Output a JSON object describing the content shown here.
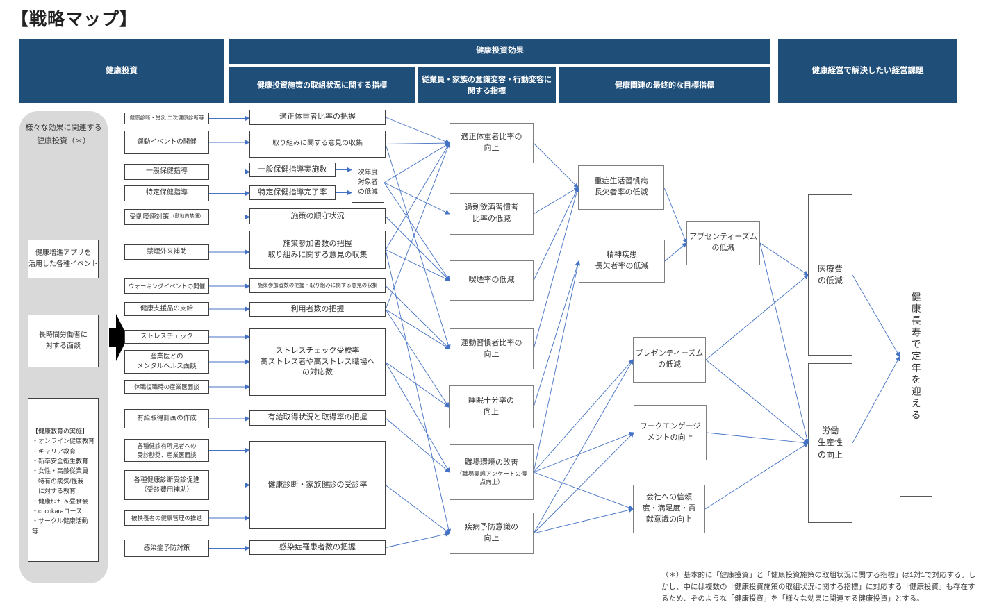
{
  "title": "【戦略マップ】",
  "colors": {
    "navy": "#1F4E79",
    "line": "#4472C4"
  },
  "headers": {
    "investment": "健康投資",
    "effect": "健康投資効果",
    "sub_measures": "健康投資施策の取組状況に関する指標",
    "sub_behavior": "従業員・家族の意識変容・行動変容に\n関する指標",
    "sub_final": "健康関連の最終的な目標指標",
    "management": "健康経営で解決したい経営課題"
  },
  "panel": {
    "label": "様々な効果に関連する\n健康投資（＊）",
    "boxes": [
      {
        "label": "健康増進アプリを\n活用した各種イベント"
      },
      {
        "label": "長時間労働者に\n対する面談"
      },
      {
        "label": "【健康教育の実施】\n・オンライン健康教育\n・キャリア教育\n・新卒安全衛生教育\n・女性・高齢従業員\n　特有の病気/怪我\n　に対する教育\n・健康ｾﾐﾅｰ＆昼食会\n・cocokaraコース\n・サークル健康活動　等"
      }
    ]
  },
  "inputs": [
    {
      "label": "健康診断・労災 二次健康診断等"
    },
    {
      "label": "運動イベントの開催"
    },
    {
      "label": "一般保健指導"
    },
    {
      "label": "特定保健指導"
    },
    {
      "label": "受動喫煙対策",
      "small": "（敷地内禁煙）"
    },
    {
      "label": "禁煙外来補助"
    },
    {
      "label": "ウォーキングイベントの開催"
    },
    {
      "label": "健康支援品の支給"
    },
    {
      "label": "ストレスチェック"
    },
    {
      "label": "産業医との\nメンタルヘルス面談"
    },
    {
      "label": "休職復職時の産業医面談"
    },
    {
      "label": "有給取得計画の作成"
    },
    {
      "label": "各種健診有所見者への\n受診勧奨、産業医面談"
    },
    {
      "label": "各種健康診断受診促進\n（受診費用補助）"
    },
    {
      "label": "被扶養者の健康管理の推進"
    },
    {
      "label": "感染症予防対策"
    }
  ],
  "measures": [
    {
      "label": "適正体重者比率の把握"
    },
    {
      "label": "取り組みに関する意見の収集"
    },
    {
      "label": "一般保健指導実施数"
    },
    {
      "label": "特定保健指導完了率"
    },
    {
      "label": "次年度\n対象者\nの低減"
    },
    {
      "label": "施策の順守状況"
    },
    {
      "label": "施策参加者数の把握\n取り組みに関する意見の収集"
    },
    {
      "label": "施策参加者数の把握・取り組みに関する意見の収集"
    },
    {
      "label": "利用者数の把握"
    },
    {
      "label": "ストレスチェック受検率\n高ストレス者や高ストレス職場へ\nの対応数"
    },
    {
      "label": "有給取得状況と取得率の把握"
    },
    {
      "label": "健康診断・家族健診の受診率"
    },
    {
      "label": "感染症罹患者数の把握"
    }
  ],
  "behaviors": [
    {
      "label": "適正体重者比率の\n向上"
    },
    {
      "label": "過剰飲酒習慣者\n比率の低減"
    },
    {
      "label": "喫煙率の低減"
    },
    {
      "label": "運動習慣者比率の\n向上"
    },
    {
      "label": "睡眠十分率の\n向上"
    },
    {
      "label": "職場環境の改善",
      "sub": "（職場実態アンケートの得\n点向上）"
    },
    {
      "label": "疾病予防意識の\n向上"
    }
  ],
  "goals": [
    {
      "label": "重症生活習慣病\n長欠者率の低減"
    },
    {
      "label": "精神疾患\n長欠者率の低減"
    },
    {
      "label": "プレゼンティーズム\nの低減"
    },
    {
      "label": "ワークエンゲージ\nメントの向上"
    },
    {
      "label": "会社への信頼\n度・満足度・貢\n献意識の向上"
    },
    {
      "label": "アブセンティーズム\nの低減"
    }
  ],
  "outcomes": [
    {
      "label": "医療費\nの低減"
    },
    {
      "label": "労働\n生産性\nの向上"
    }
  ],
  "final_goal": {
    "label": "健康長寿で定年を迎える"
  },
  "note": "（＊）基本的に「健康投資」と「健康投資施策の取組状況に関する指標」は1対1で対応する。しかし、中には複数の「健康投資施策の取組状況に関する指標」に対応する「健康投資」も存在するため、そのような「健康投資」を「様々な効果に関連する健康投資」とする。",
  "edges": [
    {
      "f": "c1",
      "t": "m1",
      "h": 1
    },
    {
      "f": "c2",
      "t": "m2",
      "h": 1
    },
    {
      "f": "c3",
      "t": "m3",
      "h": 1
    },
    {
      "f": "c4",
      "t": "m4",
      "h": 1
    },
    {
      "f": "c5",
      "t": "m5",
      "h": 1
    },
    {
      "f": "c6",
      "t": "m6",
      "h": 1
    },
    {
      "f": "c7",
      "t": "m7",
      "h": 1
    },
    {
      "f": "c8",
      "t": "m8",
      "h": 1
    },
    {
      "f": "c9",
      "t": "m9",
      "h": 1
    },
    {
      "f": "c10",
      "t": "m9",
      "h": 1
    },
    {
      "f": "c11",
      "t": "m9",
      "h": 1
    },
    {
      "f": "c12",
      "t": "m10",
      "h": 1
    },
    {
      "f": "c13",
      "t": "m11",
      "h": 1
    },
    {
      "f": "c14",
      "t": "m11",
      "h": 1
    },
    {
      "f": "c15",
      "t": "m11",
      "h": 1
    },
    {
      "f": "c16",
      "t": "m12",
      "h": 1
    },
    {
      "f": "m3",
      "t": "s1",
      "h": 1
    },
    {
      "f": "m4",
      "t": "s1",
      "h": 1
    },
    {
      "f": "m1",
      "t": "b1"
    },
    {
      "f": "m2",
      "t": "b1"
    },
    {
      "f": "s1",
      "t": "b1"
    },
    {
      "f": "m6",
      "t": "b1"
    },
    {
      "f": "m8",
      "t": "b1"
    },
    {
      "f": "s1",
      "t": "b2"
    },
    {
      "f": "s1",
      "t": "b3"
    },
    {
      "f": "m5",
      "t": "b3"
    },
    {
      "f": "m6",
      "t": "b3"
    },
    {
      "f": "m2",
      "t": "b4"
    },
    {
      "f": "m7",
      "t": "b4"
    },
    {
      "f": "m8",
      "t": "b4"
    },
    {
      "f": "m8",
      "t": "b5"
    },
    {
      "f": "m9",
      "t": "b5"
    },
    {
      "f": "m9",
      "t": "b6"
    },
    {
      "f": "m10",
      "t": "b6"
    },
    {
      "f": "m6",
      "t": "b7"
    },
    {
      "f": "m11",
      "t": "b7"
    },
    {
      "f": "m12",
      "t": "b7"
    },
    {
      "f": "b1",
      "t": "g1"
    },
    {
      "f": "b2",
      "t": "g1"
    },
    {
      "f": "b3",
      "t": "g1"
    },
    {
      "f": "b4",
      "t": "g1"
    },
    {
      "f": "b5",
      "t": "g2"
    },
    {
      "f": "b6",
      "t": "g2"
    },
    {
      "f": "b6",
      "t": "g3"
    },
    {
      "f": "b6",
      "t": "g4"
    },
    {
      "f": "b6",
      "t": "g5"
    },
    {
      "f": "b7",
      "t": "g3"
    },
    {
      "f": "b7",
      "t": "g4"
    },
    {
      "f": "b7",
      "t": "g5"
    },
    {
      "f": "g1",
      "t": "g6"
    },
    {
      "f": "g2",
      "t": "g6"
    },
    {
      "f": "g6",
      "t": "r1"
    },
    {
      "f": "g3",
      "t": "r1"
    },
    {
      "f": "g6",
      "t": "r2"
    },
    {
      "f": "g3",
      "t": "r2"
    },
    {
      "f": "g4",
      "t": "r2"
    },
    {
      "f": "g5",
      "t": "r2"
    },
    {
      "f": "r1",
      "t": "p"
    },
    {
      "f": "r2",
      "t": "p"
    }
  ]
}
